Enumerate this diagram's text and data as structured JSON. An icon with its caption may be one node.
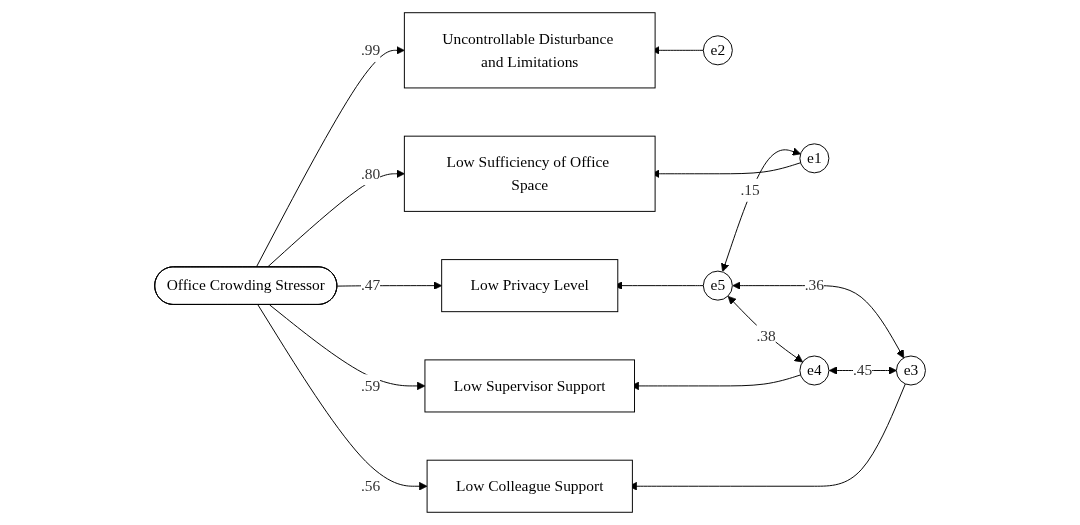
{
  "diagram": {
    "nodes": [
      {
        "text": [
          "Office Crowding Stressor"
        ]
      },
      {
        "text": [
          "Low Sufficiency of Office Space"
        ]
      },
      {
        "text": [
          "Uncontrollable Disturbance and Limitations"
        ]
      },
      {
        "text": [
          "Low Colleague Support"
        ]
      },
      {
        "text": [
          "Low Supervisor Support"
        ]
      },
      {
        "text": [
          "Low Privacy Level"
        ]
      },
      {
        "text": [
          "e1"
        ]
      },
      {
        "text": [
          "e2"
        ]
      },
      {
        "text": [
          "e3"
        ]
      },
      {
        "text": [
          "e4"
        ]
      },
      {
        "text": [
          "e5"
        ]
      }
    ],
    "edges": [
      {
        "from": 0,
        "to": 1,
        "arrow": "to",
        "label": ".80"
      },
      {
        "from": 0,
        "to": 2,
        "arrow": "to",
        "label": ".99"
      },
      {
        "from": 0,
        "to": 3,
        "arrow": "to",
        "label": ".56"
      },
      {
        "from": 0,
        "to": 4,
        "arrow": "to",
        "label": ".59"
      },
      {
        "from": 0,
        "to": 5,
        "arrow": "to",
        "label": ".47"
      },
      {
        "from": 6,
        "to": 1,
        "arrow": "to"
      },
      {
        "from": 7,
        "to": 2,
        "arrow": "to"
      },
      {
        "from": 8,
        "to": 3,
        "arrow": "to"
      },
      {
        "from": 9,
        "to": 4,
        "arrow": "to"
      },
      {
        "from": 10,
        "to": 5,
        "arrow": "to"
      },
      {
        "from": 6,
        "to": 10,
        "arrow": "both",
        "label": ".15"
      },
      {
        "from": 8,
        "to": 9,
        "arrow": "both",
        "label": ".45"
      },
      {
        "from": 8,
        "to": 10,
        "arrow": "both",
        "label": ".36"
      },
      {
        "from": 9,
        "to": 10,
        "arrow": "both",
        "label": ".38"
      }
    ]
  }
}
